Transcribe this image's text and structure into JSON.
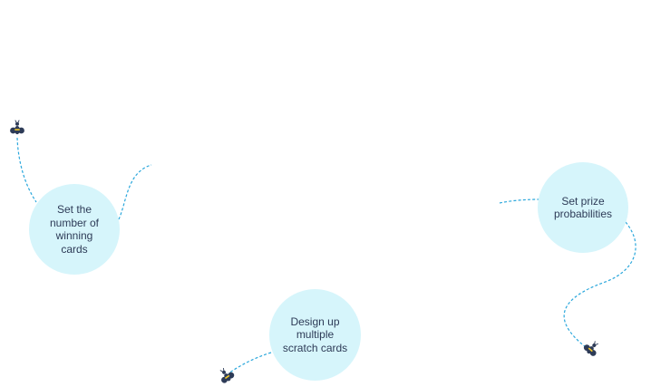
{
  "features": [
    {
      "id": "winning",
      "label": "Set the number of winning cards"
    },
    {
      "id": "prize",
      "label": "Set prize probabilities"
    },
    {
      "id": "design",
      "label": "Design up multiple scratch cards"
    }
  ],
  "colors": {
    "circle_fill": "#d6f5fb",
    "path_stroke": "#2aa7dc",
    "text": "#2d3b57",
    "bee_body": "#2d3b57",
    "bee_stripe": "#f3c928"
  },
  "icons": [
    "bee-icon"
  ]
}
